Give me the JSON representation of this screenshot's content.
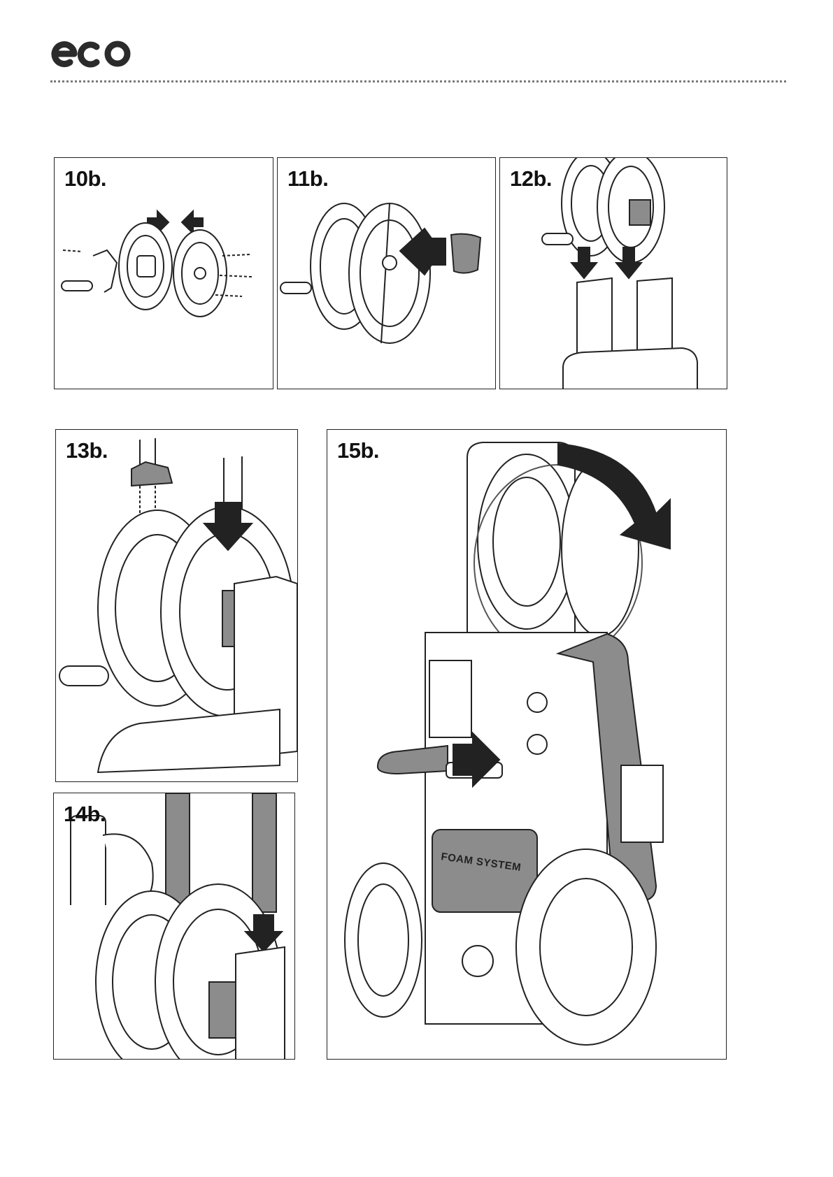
{
  "header": {
    "logo_text": "eco"
  },
  "steps": [
    {
      "label": "10b."
    },
    {
      "label": "11b."
    },
    {
      "label": "12b."
    },
    {
      "label": "13b."
    },
    {
      "label": "14b."
    },
    {
      "label": "15b."
    }
  ],
  "panel_15b": {
    "tank_label": "FOAM SYSTEM"
  },
  "colors": {
    "ink": "#1a1a1a",
    "part_gray": "#8c8c8c",
    "divider": "#7a7a7a"
  }
}
